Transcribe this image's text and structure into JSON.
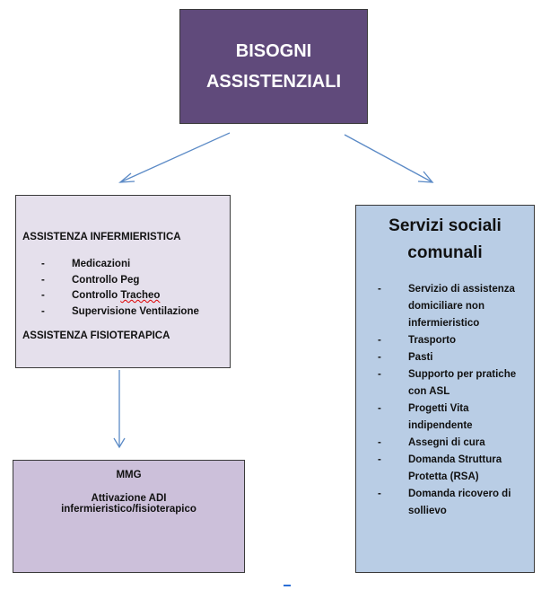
{
  "top": {
    "line1": "BISOGNI",
    "line2": "ASSISTENZIALI"
  },
  "left": {
    "heading1": "ASSISTENZA INFERMIERISTICA",
    "items": [
      "Medicazioni",
      "Controllo Peg",
      "Controllo",
      "Tracheo",
      "Supervisione Ventilazione"
    ],
    "heading2": "ASSISTENZA FISIOTERAPICA"
  },
  "right": {
    "title_line1": "Servizi sociali",
    "title_line2": "comunali",
    "items": [
      "Servizio di assistenza domiciliare non infermieristico",
      "Trasporto",
      "Pasti",
      "Supporto per pratiche con ASL",
      "Progetti Vita indipendente",
      "Assegni di cura",
      "Domanda Struttura Protetta (RSA)",
      "Domanda ricovero di sollievo"
    ]
  },
  "bottom": {
    "line1": "MMG",
    "line2": "Attivazione ADI",
    "line3": "infermieristico/fisioterapico"
  },
  "colors": {
    "top": "#604a7b",
    "left": "#e5e0ec",
    "right": "#b9cde5",
    "bottom": "#ccc0da",
    "arrow": "#5b8ac6"
  }
}
